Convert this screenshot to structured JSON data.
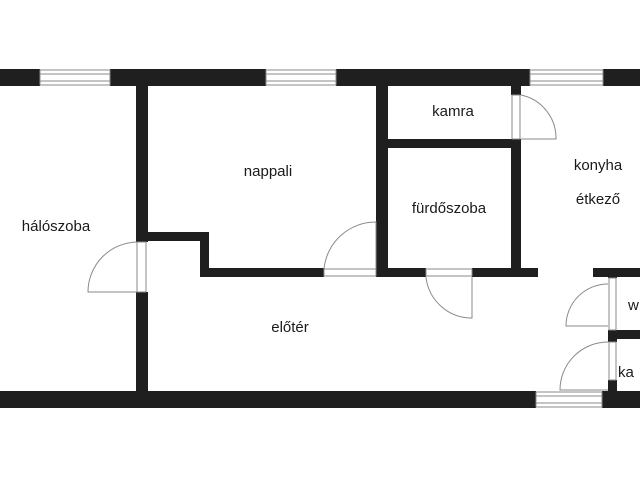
{
  "floor_plan": {
    "rooms": {
      "halo": "hálószoba",
      "nappali": "nappali",
      "kamra_top": "kamra",
      "furdo": "fürdőszoba",
      "konyha_line1": "konyha",
      "konyha_line2": "étkező",
      "eloter": "előtér",
      "wc_partial": "w",
      "kamra_partial": "ka"
    },
    "colors": {
      "wall": "#1f1f1f",
      "background": "#ffffff",
      "fixture_line": "#8a8a8a",
      "text": "#1a1a1a"
    }
  }
}
